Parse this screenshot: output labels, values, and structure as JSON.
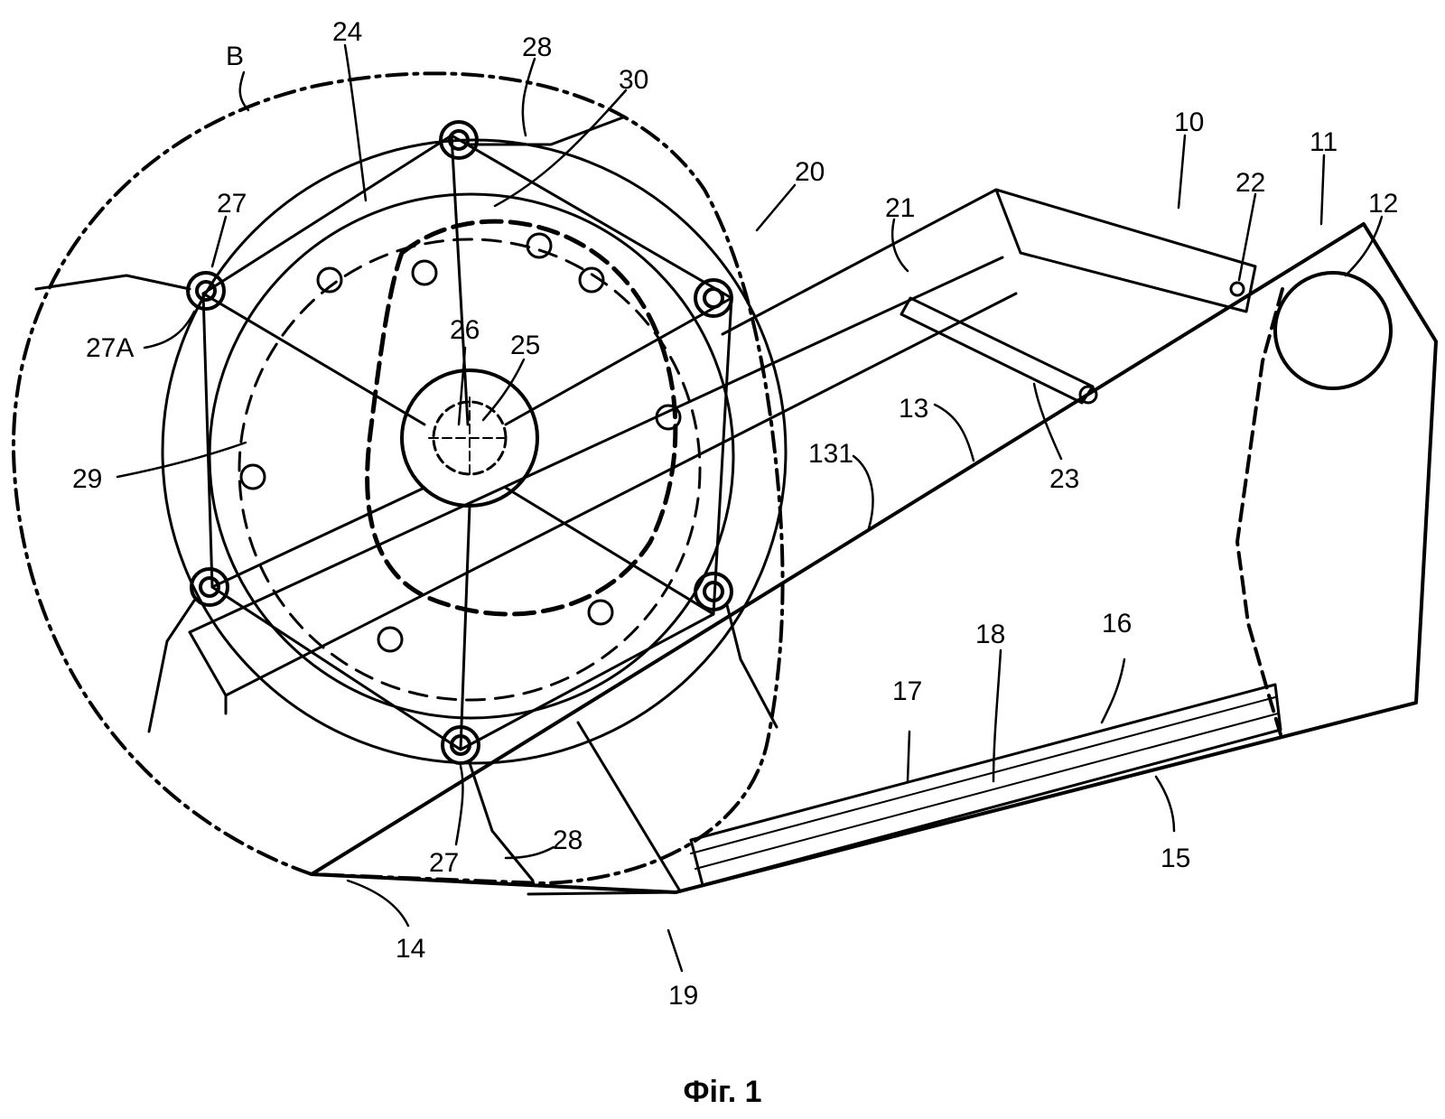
{
  "figure": {
    "caption": "Фіг. 1",
    "reference_numerals": {
      "B": "B",
      "n10": "10",
      "n11": "11",
      "n12": "12",
      "n13": "13",
      "n131": "131",
      "n14": "14",
      "n15": "15",
      "n16": "16",
      "n17": "17",
      "n18": "18",
      "n19": "19",
      "n20": "20",
      "n21": "21",
      "n22": "22",
      "n23": "23",
      "n24": "24",
      "n25": "25",
      "n26": "26",
      "n27a": "27",
      "n27b": "27",
      "n27A": "27A",
      "n28a": "28",
      "n28b": "28",
      "n29": "29",
      "n30": "30"
    }
  }
}
